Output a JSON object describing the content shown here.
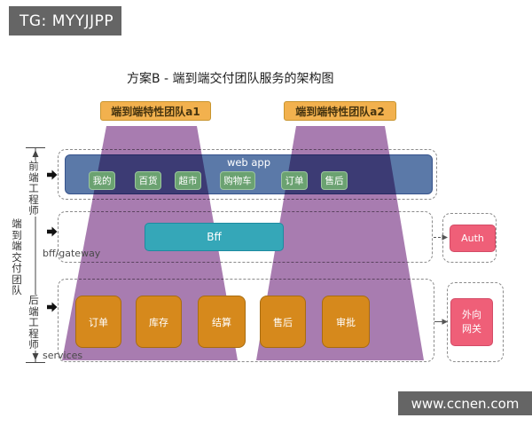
{
  "title": "方案B - 端到端交付团队服务的架构图",
  "watermarks": {
    "top": "TG: MYYJJPP",
    "bottom": "www.ccnen.com"
  },
  "teams": {
    "a1": "端到端特性团队a1",
    "a2": "端到端特性团队a2"
  },
  "roles": {
    "frontend": "前端工程师",
    "delivery_team": "端到端交付团队",
    "backend": "后端工程师"
  },
  "layers": {
    "bff_gateway": "bff/gateway",
    "services": "services"
  },
  "web_app": {
    "label": "web app",
    "modules": [
      "我的",
      "百货",
      "超市",
      "购物车",
      "订单",
      "售后"
    ]
  },
  "bff": {
    "label": "Bff"
  },
  "services": [
    "订单",
    "库存",
    "结算",
    "售后",
    "审批"
  ],
  "right": {
    "auth": "Auth",
    "outbound_gateway": "外向网关"
  },
  "colors": {
    "purple_overlay": "#a87cb0",
    "webapp_blue": "#5b79a8",
    "module_green": "#6ba271",
    "service_orange": "#d6891c",
    "team_label_orange": "#f2b14e",
    "bff_teal": "#35a7b8",
    "auth_pink": "#ef5f78",
    "watermark_gray": "#656565"
  }
}
